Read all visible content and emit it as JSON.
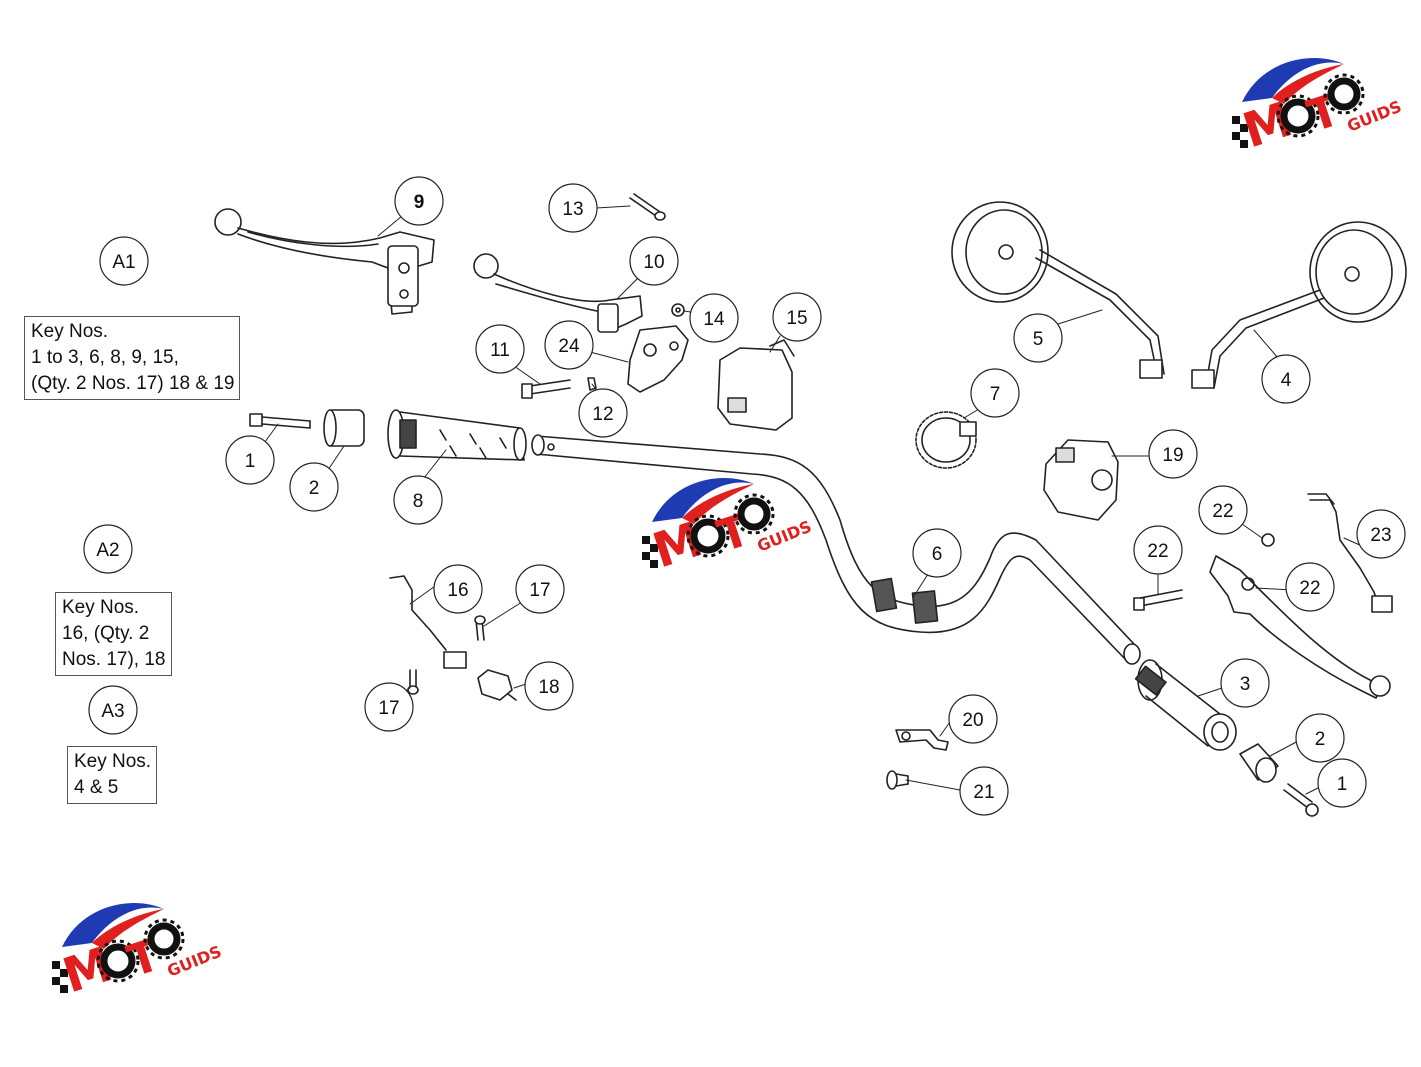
{
  "diagram": {
    "callouts": [
      {
        "id": "c9",
        "label": "9",
        "bold": true
      },
      {
        "id": "c13",
        "label": "13"
      },
      {
        "id": "cA1",
        "label": "A1"
      },
      {
        "id": "c10",
        "label": "10"
      },
      {
        "id": "c14",
        "label": "14"
      },
      {
        "id": "c15",
        "label": "15"
      },
      {
        "id": "c24",
        "label": "24"
      },
      {
        "id": "c11",
        "label": "11"
      },
      {
        "id": "c12",
        "label": "12"
      },
      {
        "id": "c1a",
        "label": "1"
      },
      {
        "id": "c2a",
        "label": "2"
      },
      {
        "id": "c8",
        "label": "8"
      },
      {
        "id": "c5",
        "label": "5"
      },
      {
        "id": "c4",
        "label": "4"
      },
      {
        "id": "c7",
        "label": "7"
      },
      {
        "id": "c19",
        "label": "19"
      },
      {
        "id": "cA2",
        "label": "A2"
      },
      {
        "id": "c16",
        "label": "16"
      },
      {
        "id": "c17a",
        "label": "17"
      },
      {
        "id": "c18",
        "label": "18"
      },
      {
        "id": "c17b",
        "label": "17"
      },
      {
        "id": "cA3",
        "label": "A3"
      },
      {
        "id": "c6",
        "label": "6"
      },
      {
        "id": "c22a",
        "label": "22"
      },
      {
        "id": "c22b",
        "label": "22"
      },
      {
        "id": "c22c",
        "label": "22"
      },
      {
        "id": "c23",
        "label": "23"
      },
      {
        "id": "c3",
        "label": "3"
      },
      {
        "id": "c2b",
        "label": "2"
      },
      {
        "id": "c1b",
        "label": "1"
      },
      {
        "id": "c20",
        "label": "20"
      },
      {
        "id": "c21",
        "label": "21"
      }
    ],
    "key_boxes": [
      {
        "id": "kA1",
        "text": "Key Nos.\n1 to 3, 6, 8, 9, 15,\n(Qty. 2 Nos. 17) 18 & 19"
      },
      {
        "id": "kA2",
        "text": "Key Nos.\n16, (Qty. 2\nNos. 17), 18"
      },
      {
        "id": "kA3",
        "text": "Key Nos.\n4 & 5"
      }
    ]
  },
  "watermark": {
    "brand_main": "MOTO",
    "brand_sub": "GUIDS",
    "colors": {
      "red": "#e0201f",
      "blue": "#1f3bb3",
      "black": "#111111"
    }
  }
}
